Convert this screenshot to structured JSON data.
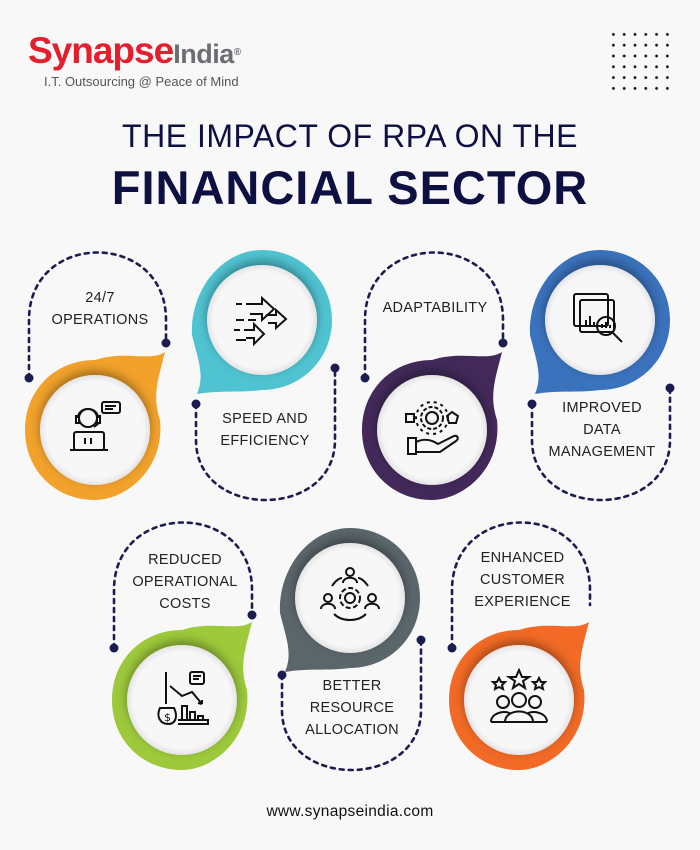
{
  "brand": {
    "name_part1": "Synapse",
    "name_part2": "India",
    "registered": "®",
    "tagline": "I.T. Outsourcing @ Peace of Mind",
    "colors": {
      "red": "#e31e2d",
      "grey": "#6d6e71"
    }
  },
  "header": {
    "title_line1": "THE IMPACT OF RPA ON THE",
    "title_line2": "FINANCIAL SECTOR",
    "title_color": "#0e1042"
  },
  "items": [
    {
      "label_lines": [
        "24/7",
        "OPERATIONS"
      ],
      "icon": "customer-support-icon",
      "color": "#f2a22b"
    },
    {
      "label_lines": [
        "SPEED AND",
        "EFFICIENCY"
      ],
      "icon": "fast-arrows-icon",
      "color": "#4fc3d1"
    },
    {
      "label_lines": [
        "ADAPTABILITY"
      ],
      "icon": "gear-hand-icon",
      "color": "#42295a"
    },
    {
      "label_lines": [
        "IMPROVED",
        "DATA",
        "MANAGEMENT"
      ],
      "icon": "data-analysis-icon",
      "color": "#3b72bd"
    },
    {
      "label_lines": [
        "REDUCED",
        "OPERATIONAL",
        "COSTS"
      ],
      "icon": "cost-reduction-icon",
      "color": "#9dc93b"
    },
    {
      "label_lines": [
        "BETTER",
        "RESOURCE",
        "ALLOCATION"
      ],
      "icon": "team-gear-icon",
      "color": "#5b666b"
    },
    {
      "label_lines": [
        "ENHANCED",
        "CUSTOMER",
        "EXPERIENCE"
      ],
      "icon": "customer-stars-icon",
      "color": "#f26a25"
    }
  ],
  "footer": {
    "url": "www.synapseindia.com"
  }
}
